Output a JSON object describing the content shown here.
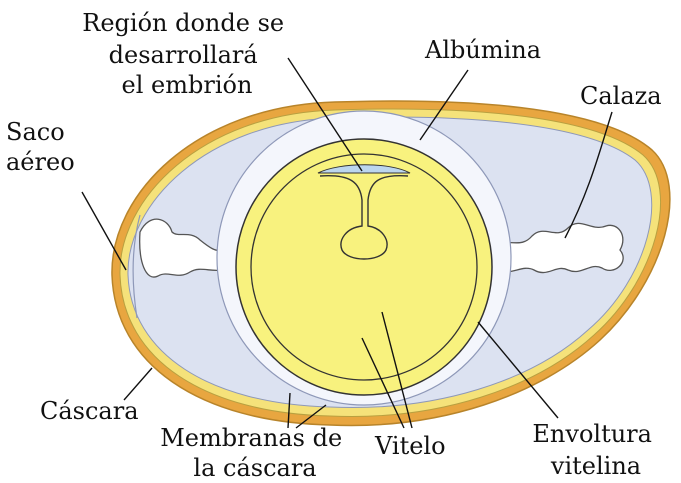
{
  "colors": {
    "shell": "#E8A640",
    "shell_membrane": "#F5E27A",
    "albumen": "#DCE2F1",
    "vitelline_membrane": "#F4F6FC",
    "yolk": "#F8F27E",
    "germinal_disc": "#BCD6EE",
    "chalaza": "#FFFFFF",
    "line": "#333333",
    "text": "#111111"
  },
  "labels": {
    "embryo_region": [
      "Región donde se",
      "desarrollará",
      "el embrión"
    ],
    "albumina": [
      "Albúmina"
    ],
    "calaza": [
      "Calaza"
    ],
    "saco_aereo": [
      "Saco",
      "aéreo"
    ],
    "cascara": [
      "Cáscara"
    ],
    "membranas": [
      "Membranas de",
      "la cáscara"
    ],
    "vitelo": [
      "Vitelo"
    ],
    "envoltura": [
      "Envoltura",
      "vitelina"
    ]
  }
}
